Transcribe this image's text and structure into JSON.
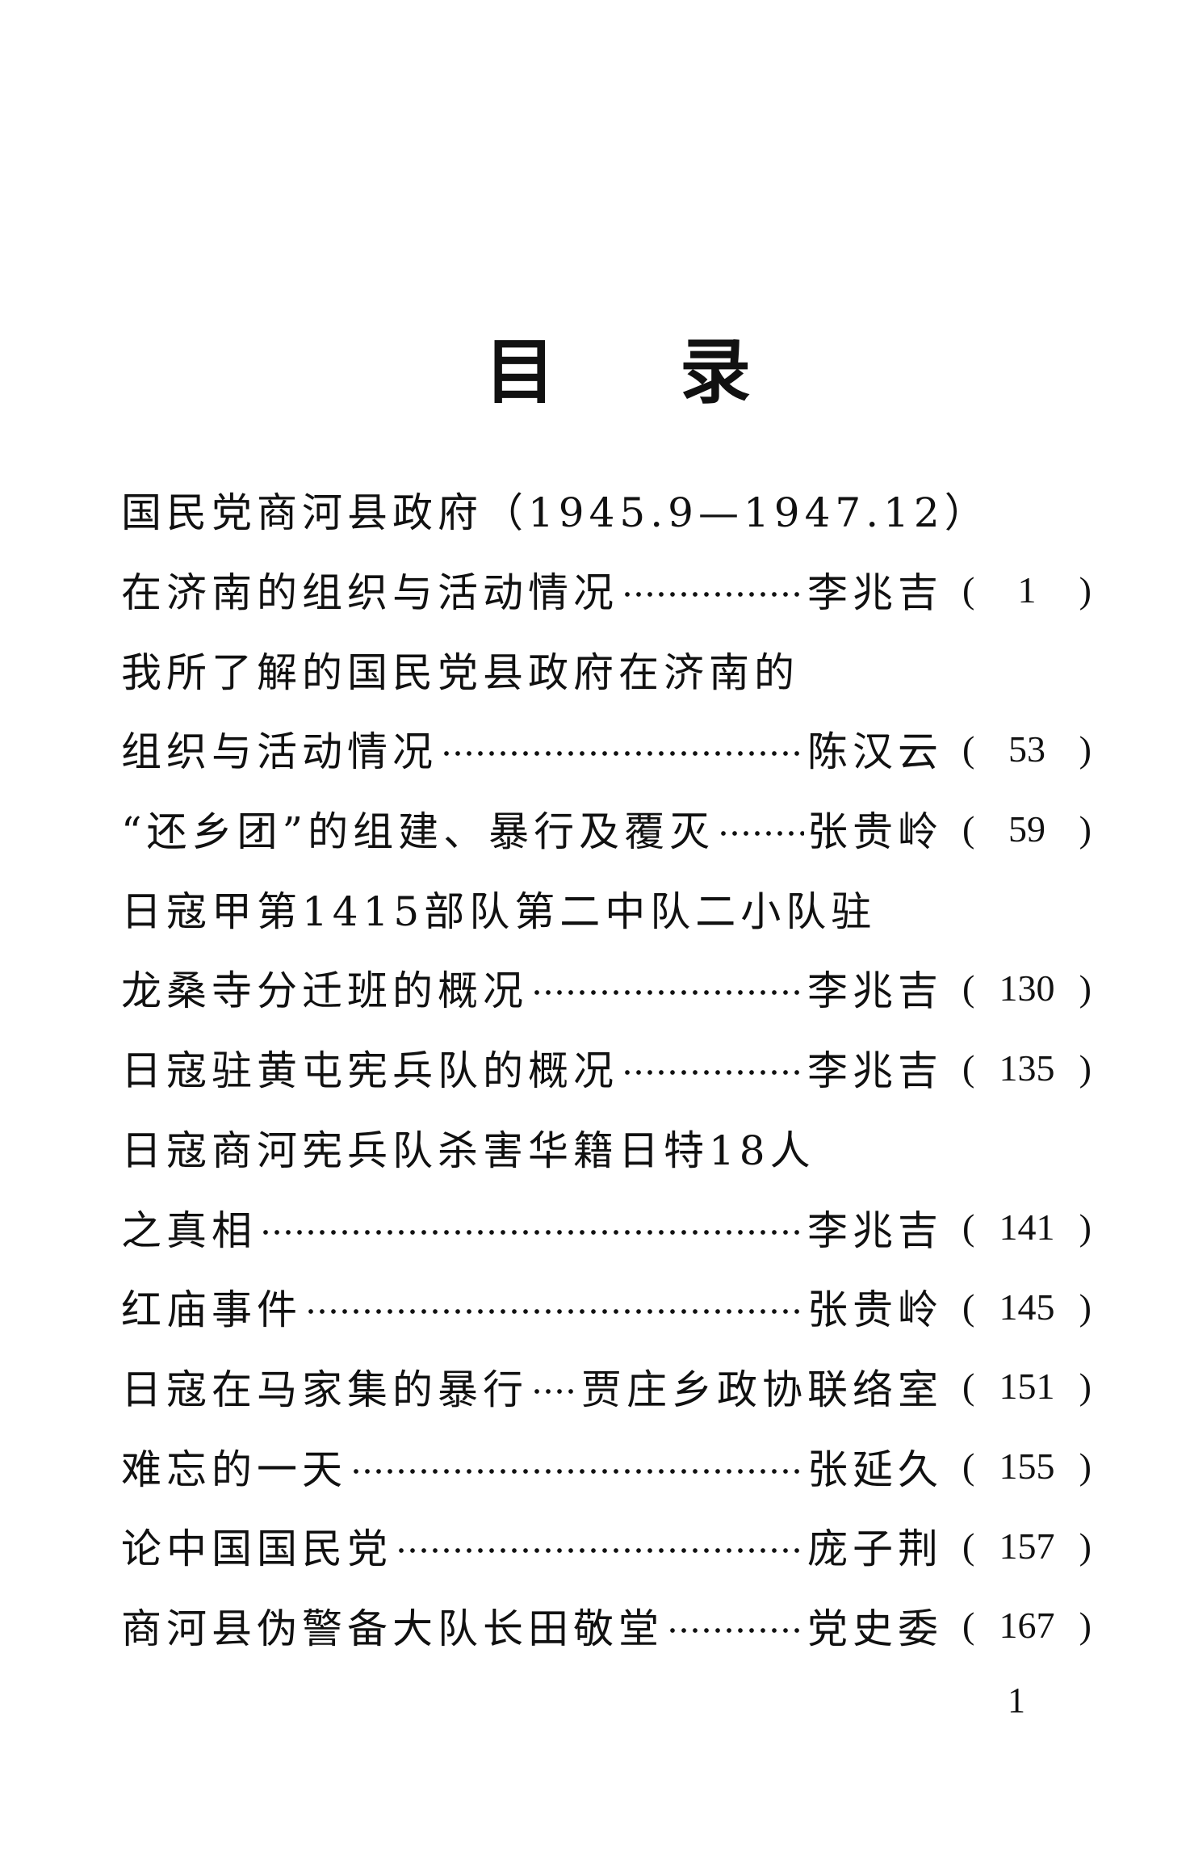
{
  "title": {
    "char1": "目",
    "char2": "录"
  },
  "entries": [
    {
      "lines": [
        "国民党商河县政府（1945.9—1947.12）",
        "在济南的组织与活动情况"
      ],
      "author": "李兆吉",
      "page": "1"
    },
    {
      "lines": [
        "我所了解的国民党县政府在济南的",
        "组织与活动情况"
      ],
      "author": "陈汉云",
      "page": "53"
    },
    {
      "lines": [
        "“还乡团”的组建、暴行及覆灭"
      ],
      "author": "张贵岭",
      "page": "59"
    },
    {
      "lines": [
        "日寇甲第1415部队第二中队二小队驻",
        "龙桑寺分迁班的概况"
      ],
      "author": "李兆吉",
      "page": "130"
    },
    {
      "lines": [
        "日寇驻黄屯宪兵队的概况"
      ],
      "author": "李兆吉",
      "page": "135"
    },
    {
      "lines": [
        "日寇商河宪兵队杀害华籍日特18人",
        "之真相"
      ],
      "author": "李兆吉",
      "page": "141"
    },
    {
      "lines": [
        "红庙事件"
      ],
      "author": "张贵岭",
      "page": "145"
    },
    {
      "lines": [
        "日寇在马家集的暴行"
      ],
      "author": "贾庄乡政协联络室",
      "page": "151"
    },
    {
      "lines": [
        "难忘的一天"
      ],
      "author": "张延久",
      "page": "155"
    },
    {
      "lines": [
        "论中国国民党"
      ],
      "author": "庞子荆",
      "page": "157"
    },
    {
      "lines": [
        "商河县伪警备大队长田敬堂"
      ],
      "author": "党史委",
      "page": "167"
    }
  ],
  "page_number": "1"
}
